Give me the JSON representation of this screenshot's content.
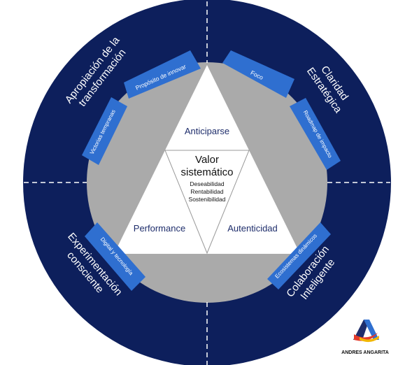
{
  "colors": {
    "outer_ring": "#0d1f5c",
    "inner_disc": "#aaaaaa",
    "tab_blue": "#2f6fd0",
    "triangle_text": "#1e2d6b",
    "white": "#ffffff"
  },
  "quadrants": {
    "top_left": "Apropiación de la transformación",
    "top_right": "Claridad Estratégica",
    "bottom_left": "Experimentación consciente",
    "bottom_right": "Colaboración Inteligente"
  },
  "tabs": {
    "proposito": "Propósito de innovar",
    "victorias": "Victorias tempranas",
    "foco": "Foco",
    "roadmap": "Roadmap de impacto",
    "digital": "Digital y tecnología",
    "ecosistemas": "Ecosistemas dinámicos"
  },
  "triangle": {
    "top": "Anticiparse",
    "left": "Performance",
    "right": "Autenticidad",
    "center_title_1": "Valor",
    "center_title_2": "sistemático",
    "center_items": [
      "Deseabilidad",
      "Rentabilidad",
      "Sostenibilidad"
    ]
  },
  "logo": {
    "name": "ANDRES ANGARITA"
  }
}
